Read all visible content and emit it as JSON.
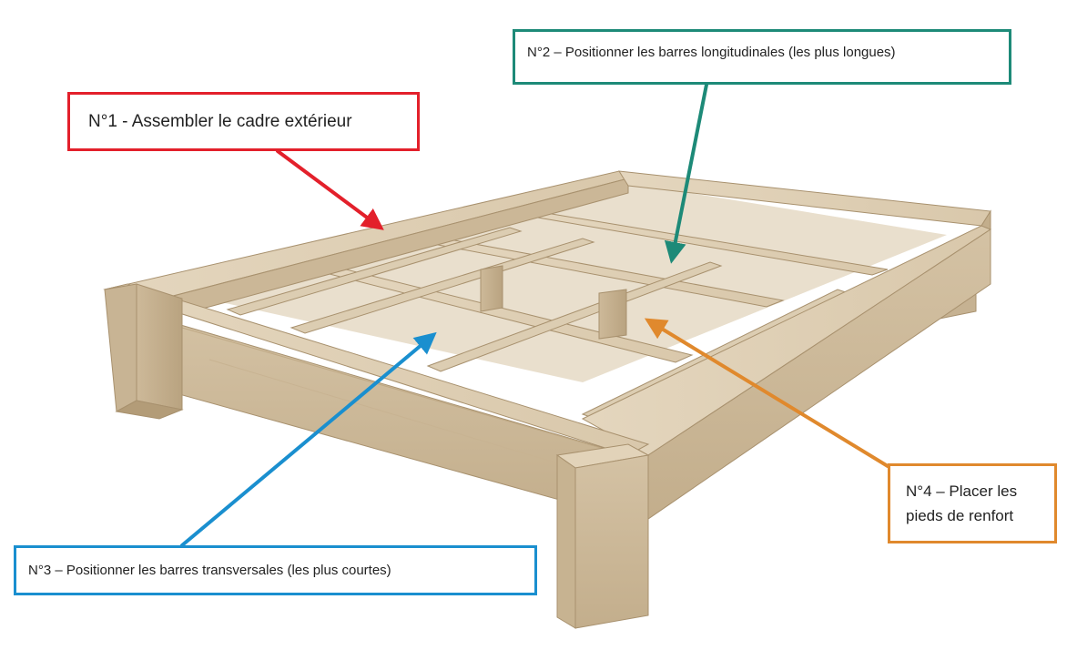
{
  "callouts": {
    "step1": {
      "text": "N°1 - Assembler le cadre extérieur",
      "color": "#e3202b"
    },
    "step2": {
      "text": "N°2 – Positionner les barres longitudinales (les plus longues)",
      "color": "#1d8a78"
    },
    "step3": {
      "text": "N°3 – Positionner les barres transversales (les plus courtes)",
      "color": "#1a8fcf"
    },
    "step4": {
      "text": "N°4 – Placer les pieds de renfort",
      "color": "#e0892d"
    }
  },
  "scene": {
    "subject": "wooden-bed-frame-illustration",
    "wood_color": "#d7c6aa"
  }
}
